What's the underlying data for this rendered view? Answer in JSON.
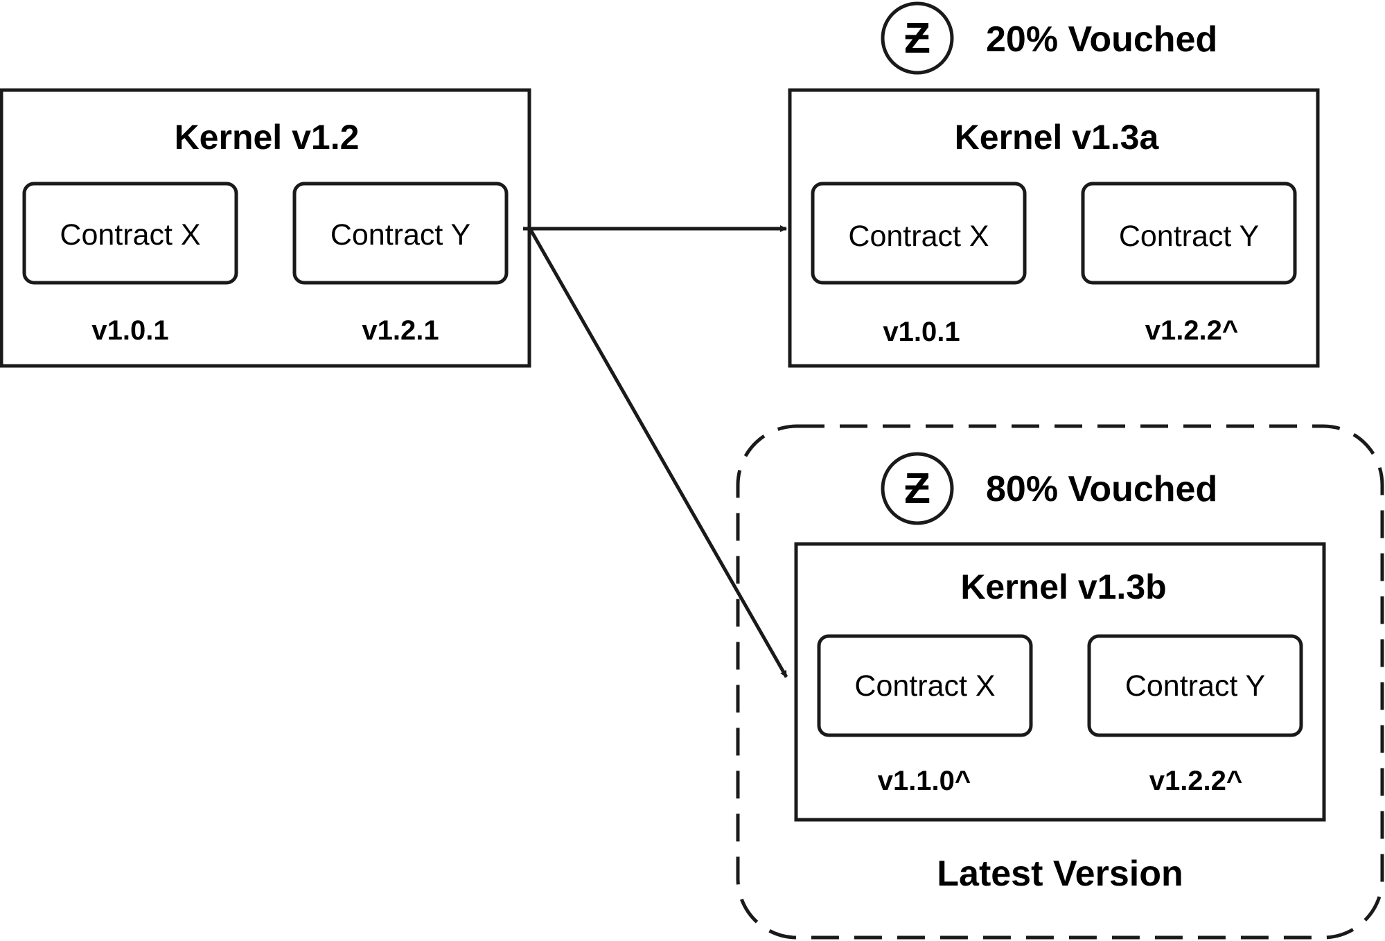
{
  "kernels": [
    {
      "title": "Kernel v1.2",
      "contracts": [
        {
          "label": "Contract X",
          "version": "v1.0.1"
        },
        {
          "label": "Contract Y",
          "version": "v1.2.1"
        }
      ]
    },
    {
      "title": "Kernel v1.3a",
      "vouch": "20% Vouched",
      "contracts": [
        {
          "label": "Contract X",
          "version": "v1.0.1"
        },
        {
          "label": "Contract Y",
          "version": "v1.2.2^"
        }
      ]
    },
    {
      "title": "Kernel v1.3b",
      "vouch": "80% Vouched",
      "contracts": [
        {
          "label": "Contract X",
          "version": "v1.1.0^"
        },
        {
          "label": "Contract Y",
          "version": "v1.2.2^"
        }
      ]
    }
  ],
  "latest_label": "Latest Version",
  "coin_icon": "zen-coin-icon",
  "coin_glyph": "Ƶ",
  "colors": {
    "stroke": "#1a1a1a",
    "background": "#ffffff"
  }
}
